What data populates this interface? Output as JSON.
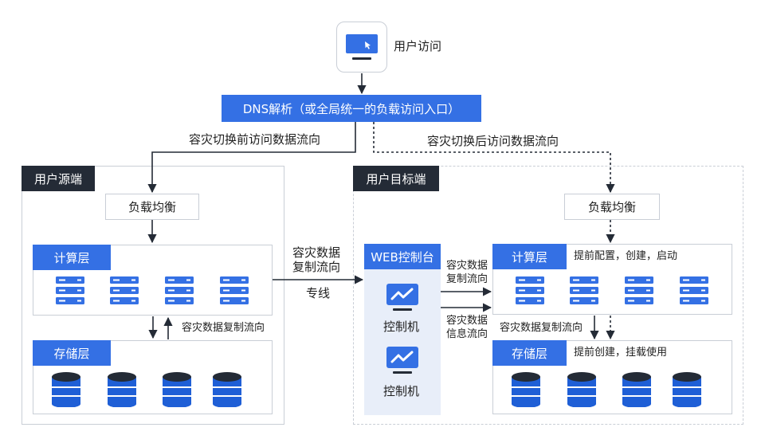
{
  "user_access": {
    "label": "用户访问"
  },
  "dns": {
    "label": "DNS解析（或全局统一的负载访问入口）"
  },
  "flows": {
    "before": "容灾切换前访问数据流向",
    "after": "容灾切换后访问数据流向",
    "replication_line1": "容灾数据",
    "replication_line2": "复制流向",
    "dedicated_line": "专线",
    "src_replication": "容灾数据复制流向",
    "ctrl_replication_line1": "容灾数据",
    "ctrl_replication_line2": "复制流向",
    "ctrl_info_line1": "容灾数据",
    "ctrl_info_line2": "信息流向",
    "tgt_replication": "容灾数据复制流向"
  },
  "source": {
    "title": "用户源端",
    "lb": "负载均衡",
    "compute": "计算层",
    "storage": "存储层"
  },
  "target": {
    "title": "用户目标端",
    "lb": "负载均衡",
    "compute": "计算层",
    "compute_note": "提前配置，创建，启动",
    "storage": "存储层",
    "storage_note": "提前创建，挂载使用",
    "console_title": "WEB控制台",
    "controller1": "控制机",
    "controller2": "控制机"
  },
  "colors": {
    "accent": "#3470e4",
    "dark": "#242b36",
    "db": "#1f5fd6"
  },
  "icons": [
    "monitor-icon",
    "server-icon",
    "database-icon",
    "controller-icon"
  ]
}
